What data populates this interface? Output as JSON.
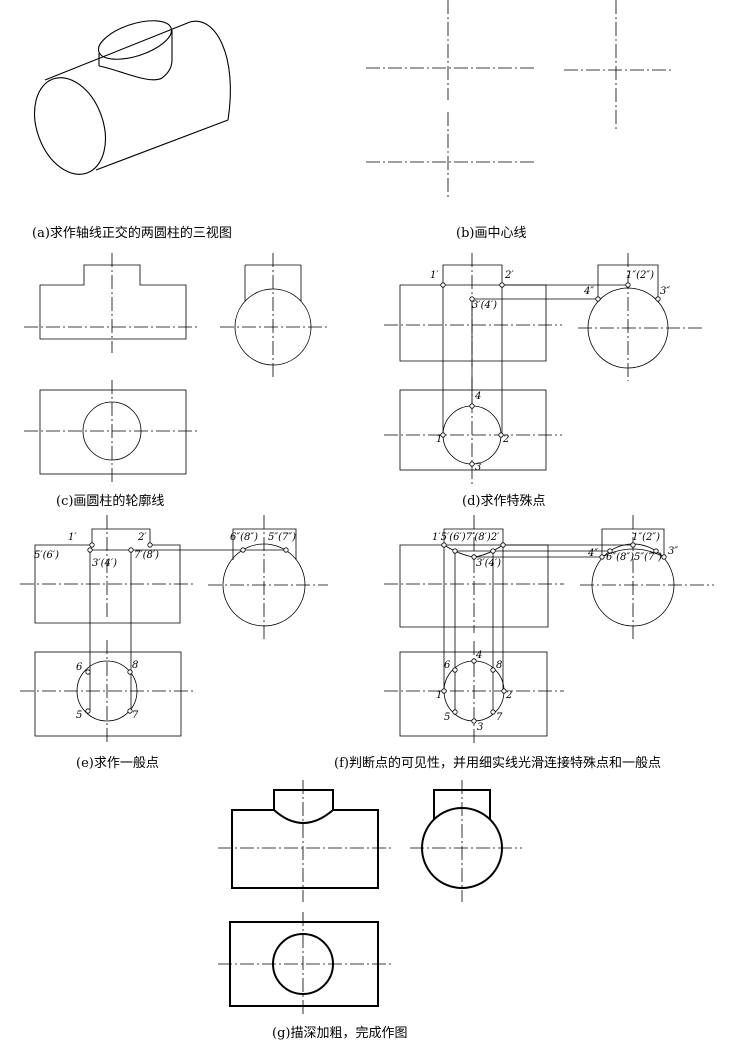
{
  "captions": {
    "a": "(a)求作轴线正交的两圆柱的三视图",
    "b": "(b)画中心线",
    "c": "(c)画圆柱的轮廓线",
    "d": "(d)求作特殊点",
    "e": "(e)求作一般点",
    "f": "(f)判断点的可见性，并用细实线光滑连接特殊点和一般点",
    "g": "(g)描深加粗，完成作图"
  },
  "labels_d": {
    "p1f": "1′",
    "p2f": "2′",
    "p34f": "3′(4′)",
    "p4s": "4″",
    "p12s": "1″(2″)",
    "p3s": "3″",
    "t4": "4",
    "t1": "1",
    "t2": "2",
    "t3": "3"
  },
  "labels_e": {
    "p1f": "1′",
    "p2f": "2′",
    "p56f": "5′(6′)",
    "p34f": "3′(4′)",
    "p78f": "7′(8′)",
    "p68s": "6″(8″)",
    "p57s": "5″(7″)",
    "t6": "6",
    "t8": "8",
    "t5": "5",
    "t7": "7"
  },
  "labels_f": {
    "top": "1′5′(6′)7′(8′)2′",
    "p34f": "3′(4′)",
    "p12s": "1″(2″)",
    "p4s": "4″",
    "p6857s": "6″(8″)5″(7″)",
    "p3s": "3″",
    "t6": "6",
    "t4": "4",
    "t8": "8",
    "t1": "1",
    "t2": "2",
    "t5": "5",
    "t3": "3",
    "t7": "7"
  }
}
